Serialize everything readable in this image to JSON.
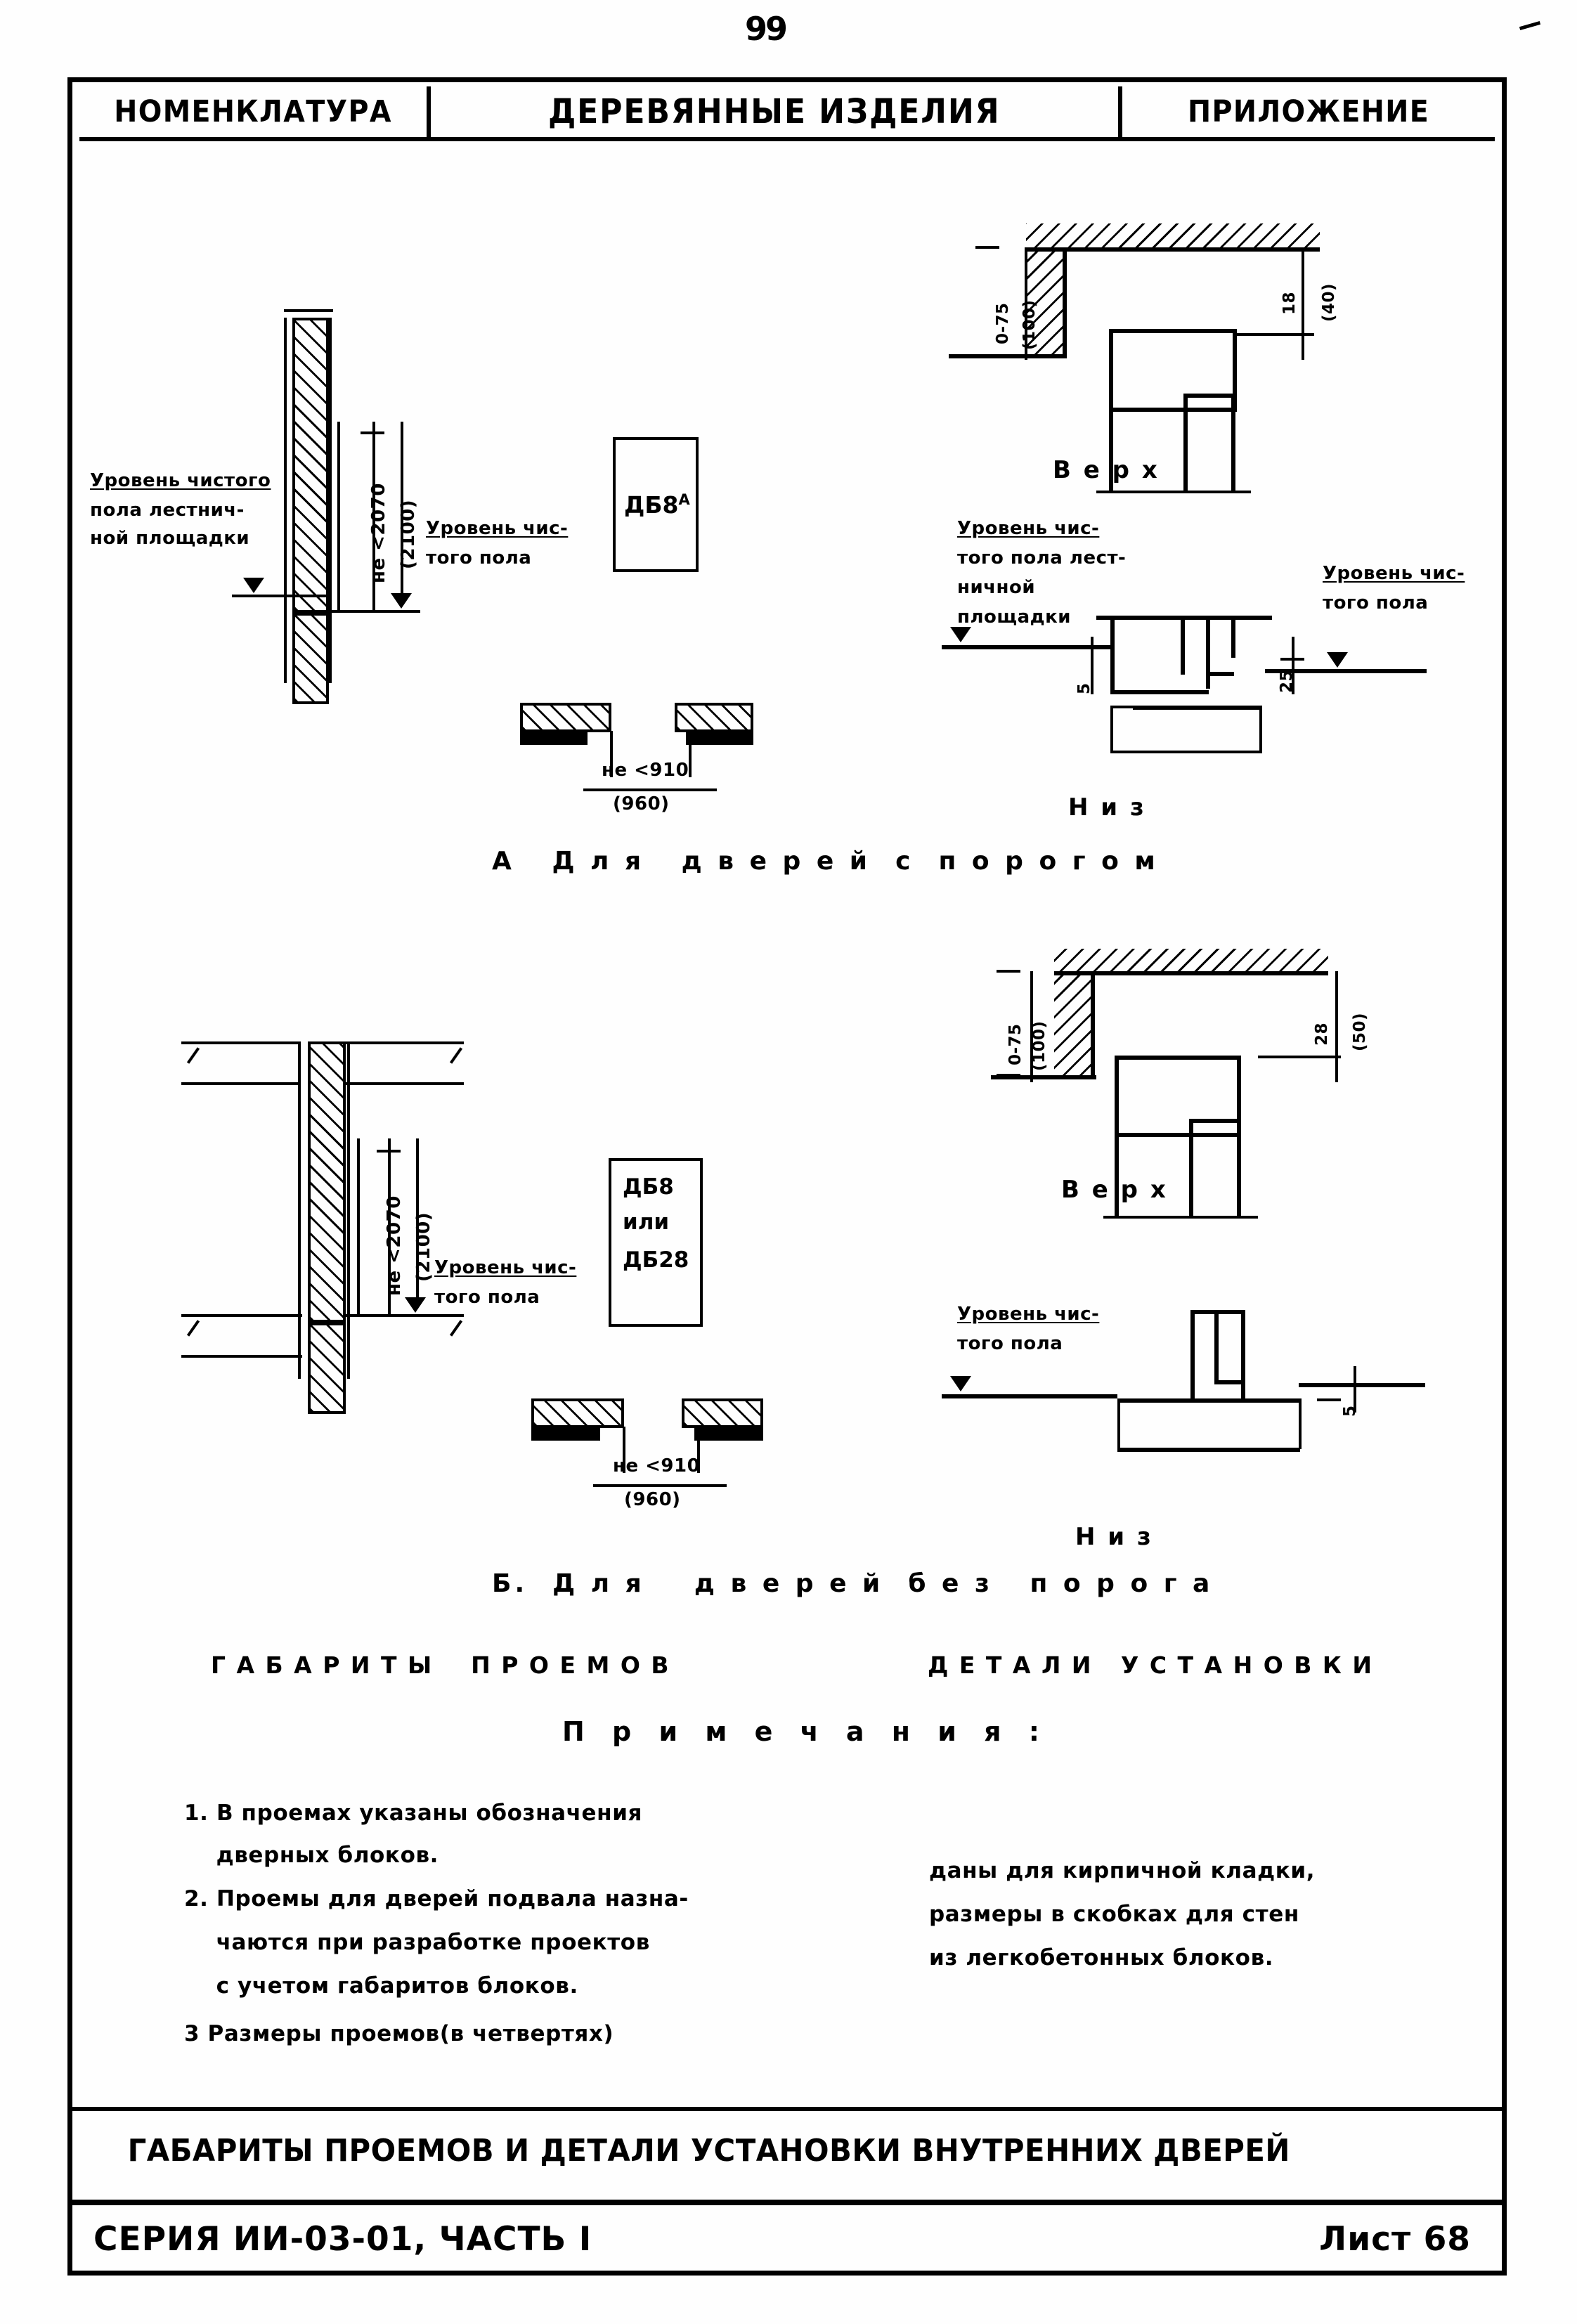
{
  "page": {
    "number": "99",
    "sheet_label": "Лист 68",
    "series_label": "СЕРИЯ ИИ-03-01, ЧАСТЬ I",
    "title": "ГАБАРИТЫ ПРОЕМОВ И ДЕТАЛИ УСТАНОВКИ ВНУТРЕННИХ  ДВЕРЕЙ"
  },
  "header": {
    "left": "НОМЕНКЛАТУРА",
    "center": "ДЕРЕВЯННЫЕ ИЗДЕЛИЯ",
    "right": "ПРИЛОЖЕНИЕ"
  },
  "column_headings": {
    "left": "Г А Б А Р И Т Ы    П Р О Е М О В",
    "right": "Д Е Т А Л И   У С Т А Н О В К И"
  },
  "section_a": {
    "caption": "А   Д л я   д в е р е й  с  п о р о г о м",
    "level_note_stair": "Уровень чистого\nпола лестнич-\nной площадки",
    "level_note_floor": "Уровень чис-\nтого пола",
    "height_dim": "не <2070",
    "height_dim_alt": "(2100)",
    "width_dim": "не <910",
    "width_dim_alt": "(960)",
    "block_label": "ДБ8",
    "block_label_sup": "А",
    "detail_top": {
      "caption": "В е р х",
      "dim_left": "0-75",
      "dim_left_alt": "(100)",
      "dim_right": "18",
      "dim_right_alt": "(40)"
    },
    "detail_bottom": {
      "caption": "Н и з",
      "level_note_stair": "Уровень чис-\nтого пола лест-\nничной\nплощадки",
      "level_note_floor": "Уровень чис-\nтого пола",
      "dim_left": "5",
      "dim_right": "25"
    }
  },
  "section_b": {
    "caption": "Б.  Д л я    д в е р е й  б е з   п о р о г а",
    "level_note_floor": "Уровень чис-\nтого пола",
    "height_dim": "не <2070",
    "height_dim_alt": "(2100)",
    "width_dim": "не <910",
    "width_dim_alt": "(960)",
    "block_label_line1": "ДБ8",
    "block_label_line2": "или",
    "block_label_line3": "ДБ28",
    "detail_top": {
      "caption": "В е р х",
      "dim_left": "0-75",
      "dim_left_alt": "(100)",
      "dim_right": "28",
      "dim_right_alt": "(50)"
    },
    "detail_bottom": {
      "caption": "Н и з",
      "level_note_floor": "Уровень чис-\nтого пола",
      "dim_right": "5"
    }
  },
  "notes": {
    "heading": "П р и м е ч а н и я :",
    "left_items": [
      "1. В проемах указаны обозначения",
      "    дверных блоков.",
      "2. Проемы для дверей подвала назна-",
      "    чаются при разработке проектов",
      "    с учетом габаритов блоков.",
      "3 Размеры проемов(в четвертях)"
    ],
    "right_items": [
      "даны для кирпичной кладки,",
      "размеры в скобках для стен",
      "из легкобетонных блоков."
    ]
  }
}
